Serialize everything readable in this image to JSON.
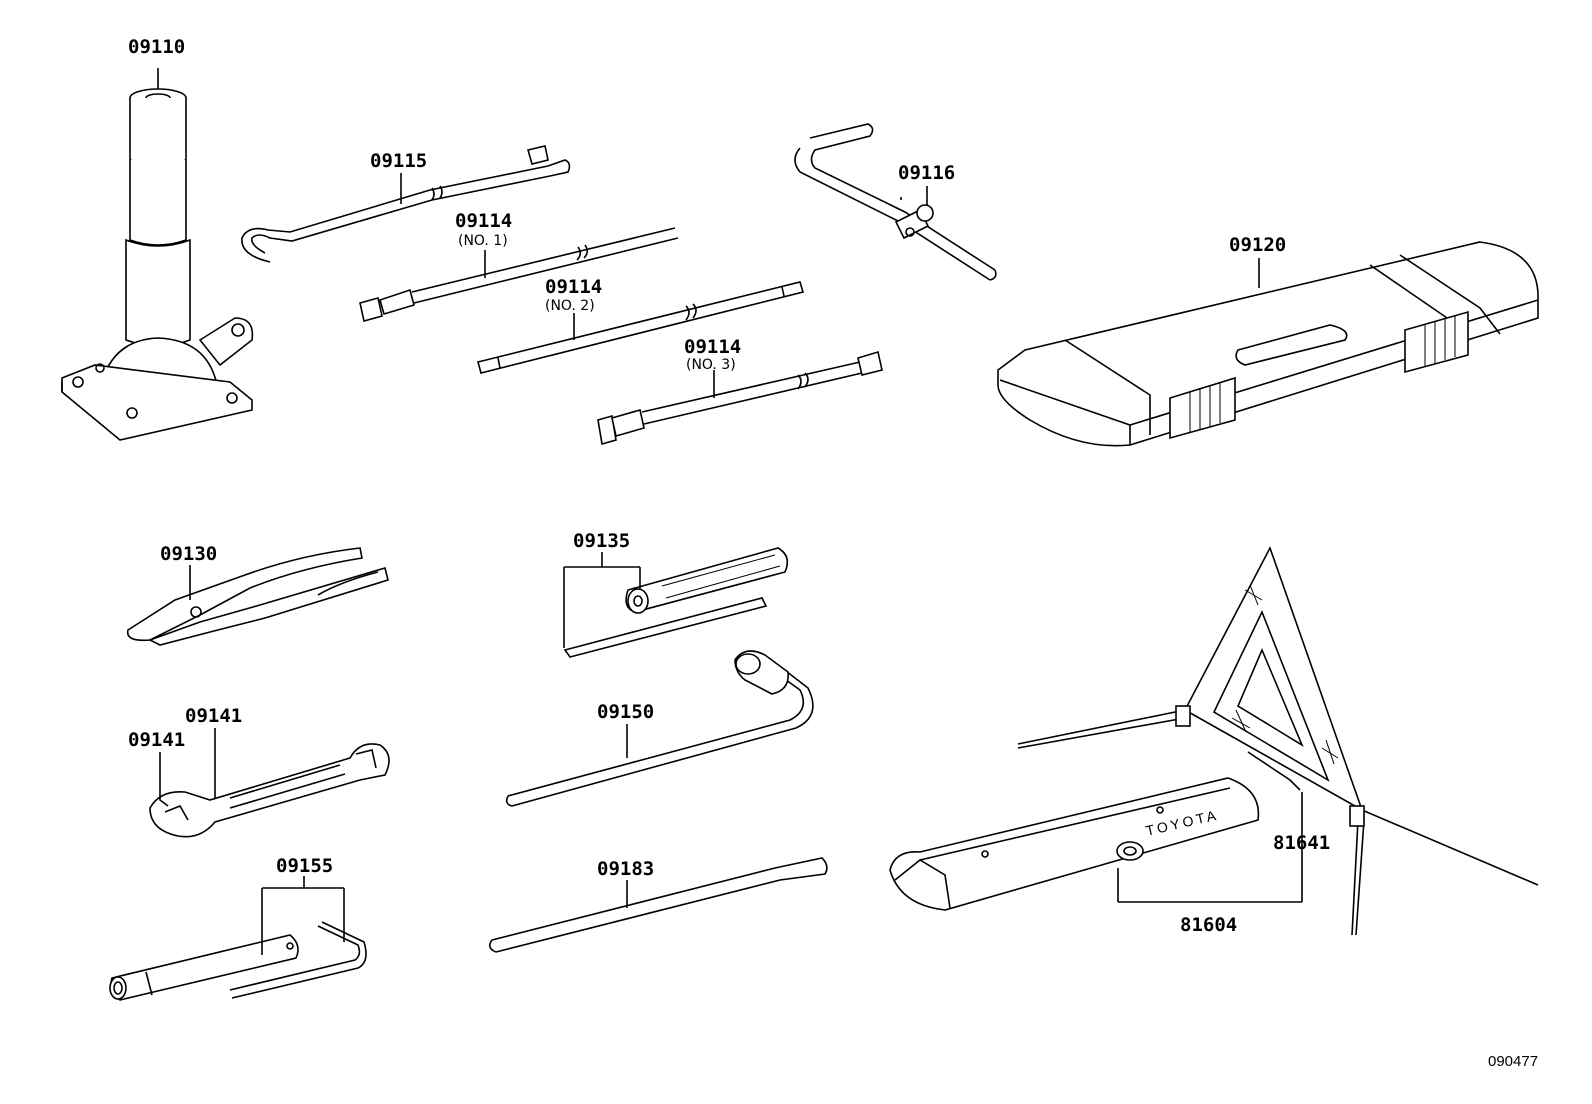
{
  "parts": {
    "p09110": {
      "number": "09110"
    },
    "p09115": {
      "number": "09115"
    },
    "p09114_1": {
      "number": "09114",
      "note": "(NO. 1)"
    },
    "p09114_2": {
      "number": "09114",
      "note": "(NO. 2)"
    },
    "p09114_3": {
      "number": "09114",
      "note": "(NO. 3)"
    },
    "p09116": {
      "number": "09116"
    },
    "p09120": {
      "number": "09120"
    },
    "p09130": {
      "number": "09130"
    },
    "p09135": {
      "number": "09135"
    },
    "p09141a": {
      "number": "09141"
    },
    "p09141b": {
      "number": "09141"
    },
    "p09150": {
      "number": "09150"
    },
    "p09155": {
      "number": "09155"
    },
    "p09183": {
      "number": "09183"
    },
    "p81641": {
      "number": "81641"
    },
    "p81604": {
      "number": "81604"
    }
  },
  "bag_brand": "TOYOTA",
  "reference_code": "090477"
}
